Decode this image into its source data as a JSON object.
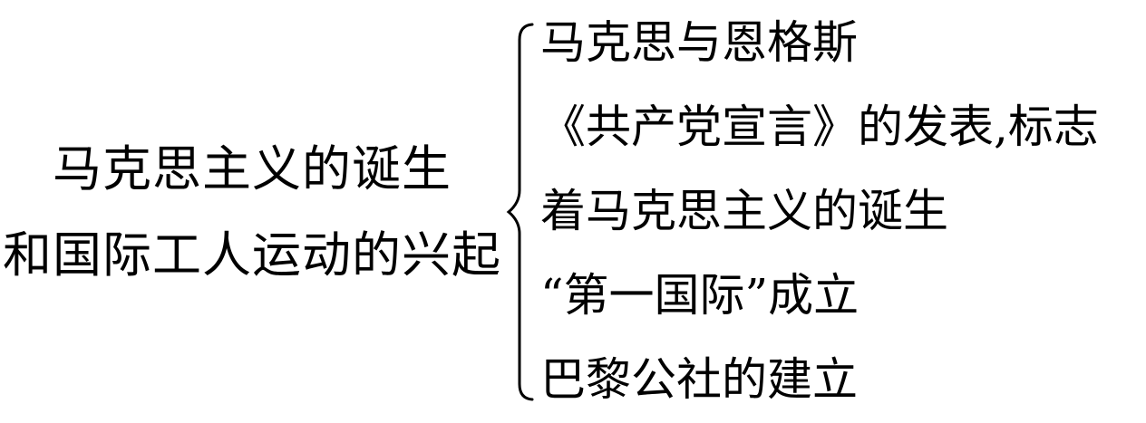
{
  "diagram": {
    "topic": {
      "line1": "马克思主义的诞生",
      "line2": "和国际工人运动的兴起"
    },
    "branches": {
      "line1": "马克思与恩格斯",
      "line2": "《共产党宣言》的发表,标志",
      "line3": "着马克思主义的诞生",
      "line4": "“第一国际”成立",
      "line5": "巴黎公社的建立"
    },
    "colors": {
      "text": "#000000",
      "background": "#ffffff"
    }
  }
}
